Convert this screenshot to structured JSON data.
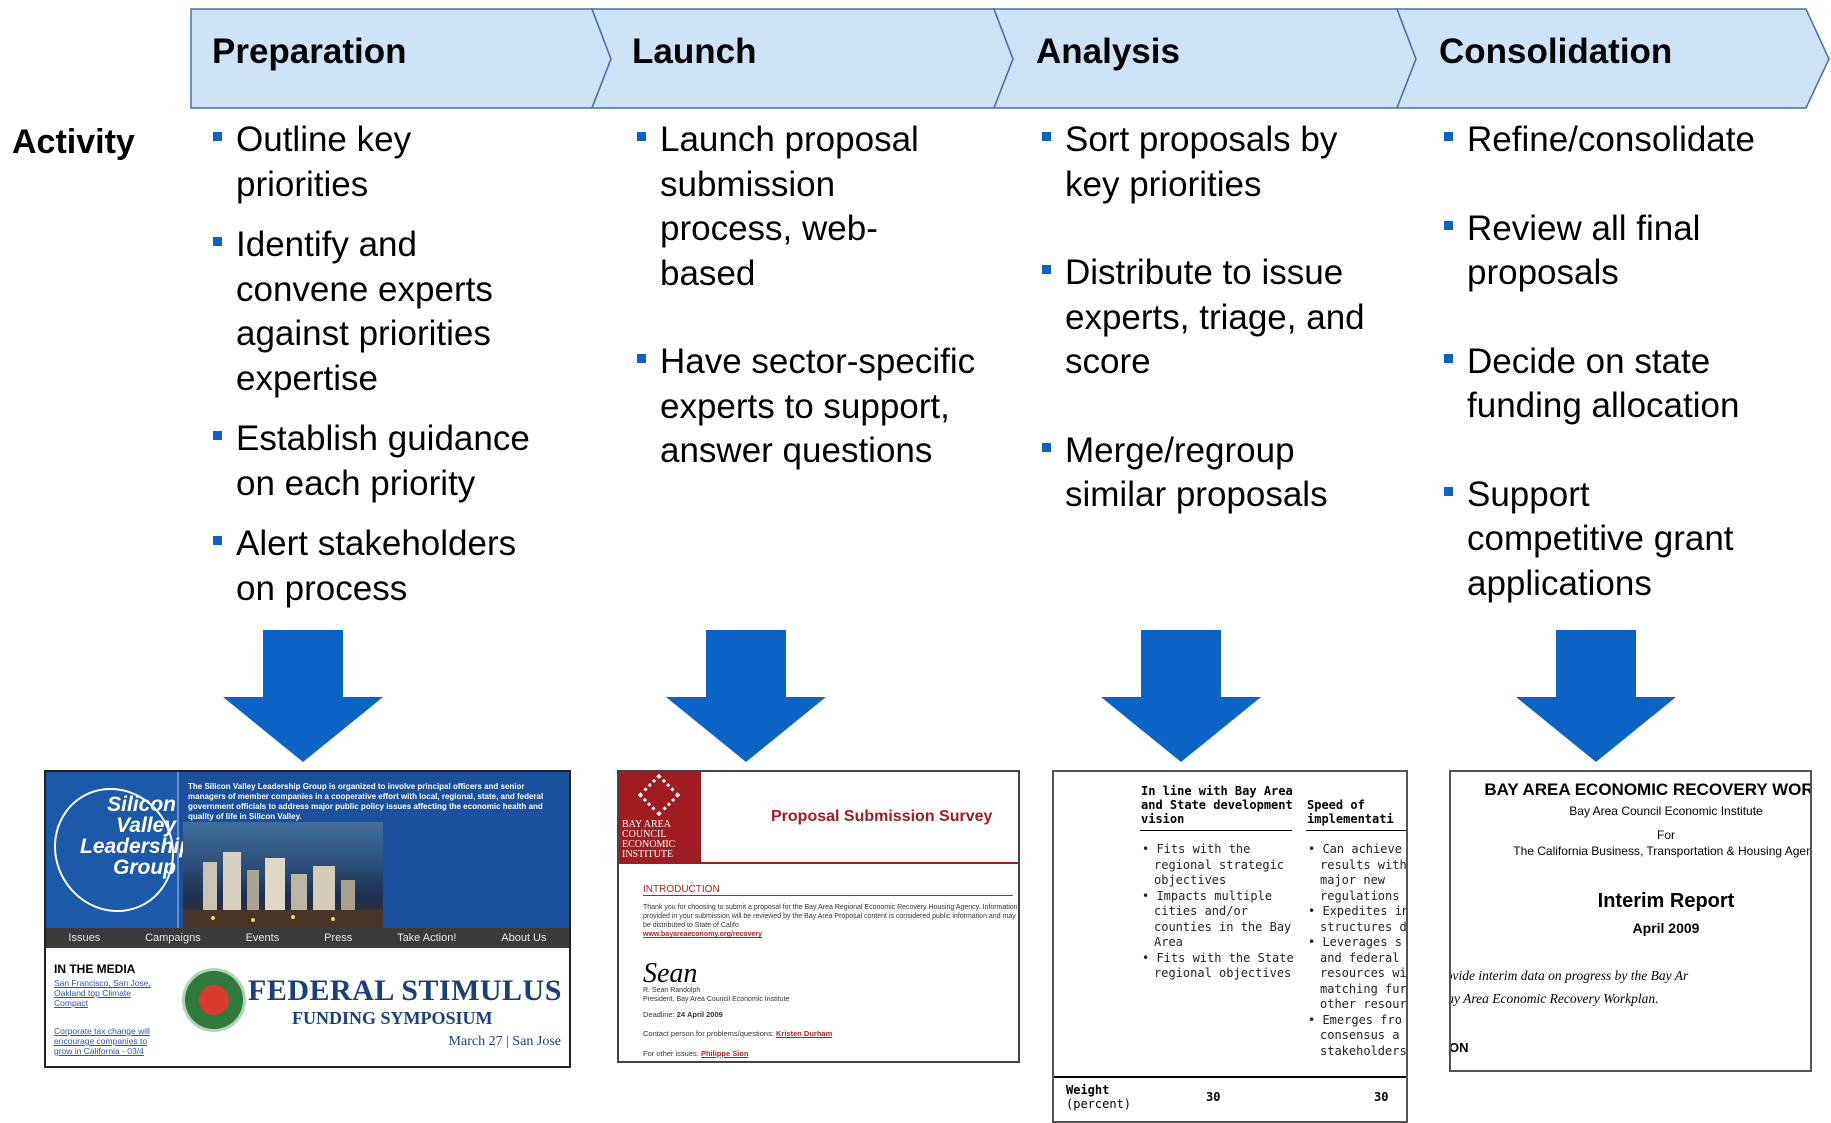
{
  "stages": [
    {
      "label": "Preparation"
    },
    {
      "label": "Launch"
    },
    {
      "label": "Analysis"
    },
    {
      "label": "Consolidation"
    }
  ],
  "activity_label": "Activity",
  "columns": [
    {
      "bullets": [
        "Outline key priorities",
        "Identify and convene experts against priorities expertise",
        "Establish guidance on each priority",
        "Alert stakeholders on process"
      ]
    },
    {
      "bullets": [
        "Launch proposal submission process, web-based",
        "Have sector-specific experts to support, answer questions"
      ]
    },
    {
      "bullets": [
        "Sort proposals by key priorities",
        "Distribute to issue experts, triage, and score",
        "Merge/regroup similar proposals"
      ]
    },
    {
      "bullets": [
        "Refine/consolidate",
        "Review all final proposals",
        "Decide on state funding allocation",
        "Support competitive grant applications"
      ]
    }
  ],
  "colors": {
    "chevron_fill": "#cfe3f6",
    "chevron_stroke": "#4a6ea8",
    "arrow": "#0c63c6",
    "bullet": "#0c63c6"
  },
  "thumbnails": {
    "svlg": {
      "logo": "Silicon Valley Leadership Group",
      "intro": "The Silicon Valley Leadership Group is organized to involve principal officers and senior managers of member companies in a cooperative effort with local, regional, state, and federal government officials to address major public policy issues affecting the economic health and quality of life in Silicon Valley.",
      "nav": [
        "Issues",
        "Campaigns",
        "Events",
        "Press",
        "Take Action!",
        "About Us"
      ],
      "media_heading": "IN THE MEDIA",
      "media_link_1": "San Francisco, San Jose, Oakland top Climate Compact",
      "media_link_2": "Corporate tax change will encourage companies to grow in California - 03/4",
      "banner_title": "FEDERAL STIMULUS",
      "banner_subtitle": "FUNDING SYMPOSIUM",
      "banner_date": "March 27 | San Jose"
    },
    "survey": {
      "logo_text": "BAY AREA COUNCIL ECONOMIC INSTITUTE",
      "title": "Proposal Submission Survey",
      "intro_heading": "INTRODUCTION",
      "intro_body": "Thank you for choosing to submit a proposal for the Bay Area Regional Economic Recovery Housing Agency. Information provided in your submission will be reviewed by the Bay Area Proposal content is considered public information and may be distributed to State of Califo",
      "intro_link": "www.bayareaeconomy.org/recovery",
      "signature": "Sean",
      "signer_name": "R. Sean Randolph",
      "signer_title": "President, Bay Area Council Economic Institute",
      "deadline_label": "Deadline:",
      "deadline_value": "24 April 2009",
      "contact_label": "Contact person for problems/questions:",
      "contact_name": "Kristen Durham",
      "other_label": "For other issues:",
      "other_name": "Philippe Sion"
    },
    "criteria": {
      "col1_heading": "In line with Bay Area and State development vision",
      "col2_heading": "Speed of implementati",
      "col1_items": [
        "• Fits with the",
        "  regional strategic",
        "  objectives",
        "• Impacts multiple",
        "  cities and/or",
        "  counties in the Bay",
        "  Area",
        "• Fits with the State",
        "  regional objectives"
      ],
      "col2_items": [
        "• Can achieve",
        "  results witho",
        "  major new",
        "  regulations",
        "• Expedites in",
        "  structures de",
        "• Leverages s",
        "  and federal",
        "  resources wi",
        "  matching fur",
        "  other resour",
        "• Emerges fro",
        "  consensus a",
        "  stakeholders"
      ],
      "weight_label": "Weight",
      "weight_unit": "(percent)",
      "weight_1": "30",
      "weight_2": "30"
    },
    "report": {
      "title": "BAY AREA ECONOMIC RECOVERY WORKPL",
      "org": "Bay Area Council Economic Institute",
      "for": "For",
      "agency": "The California Business, Transportation & Housing Agenc",
      "report_title": "Interim Report",
      "report_date": "April 2009",
      "line1": "tended to provide interim data on progress by the Bay Ar",
      "line2": "eloping a Bay Area Economic Recovery Workplan.",
      "fragment": "ON"
    }
  }
}
